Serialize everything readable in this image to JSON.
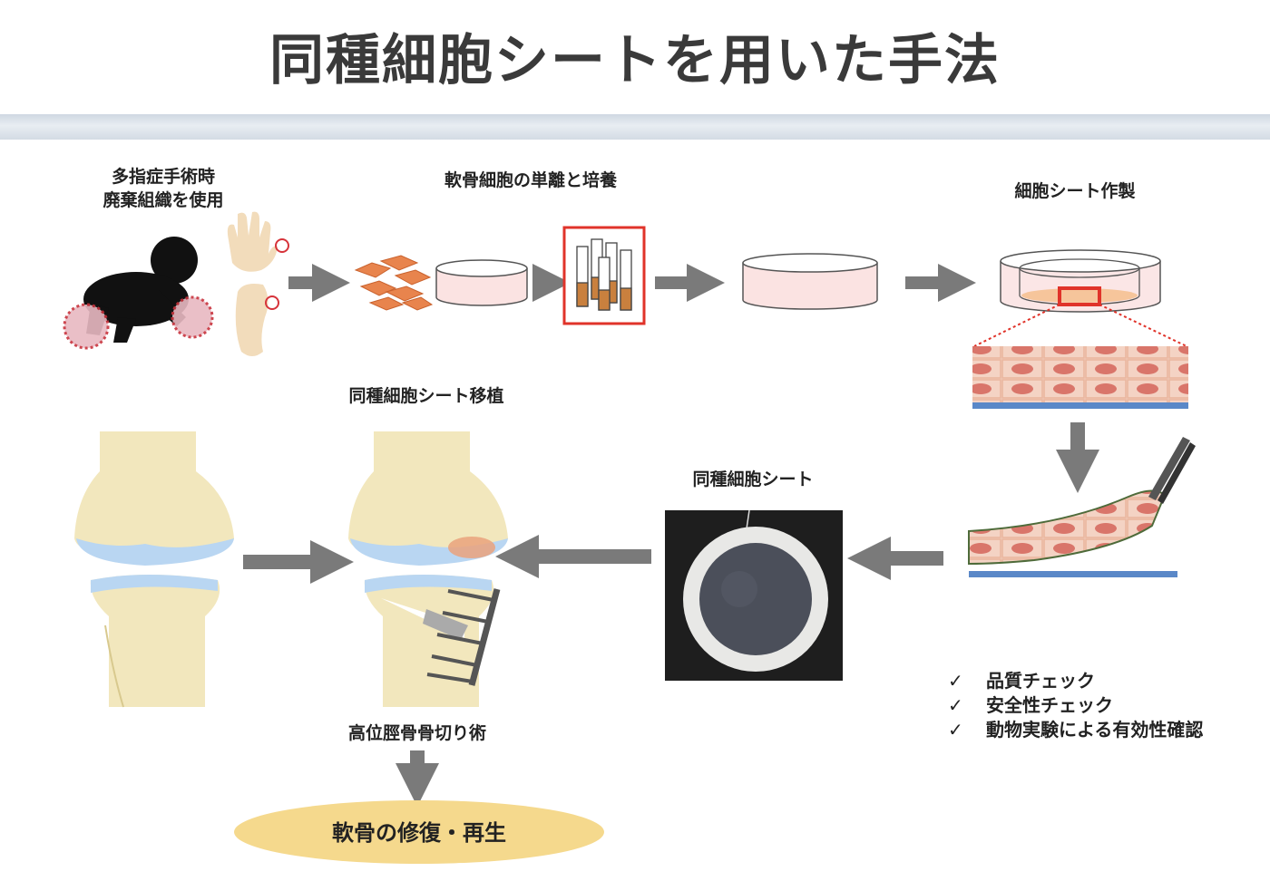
{
  "title": "同種細胞シートを用いた手法",
  "labels": {
    "source_line1": "多指症手術時",
    "source_line2": "廃棄組織を使用",
    "isolation": "軟骨細胞の単離と培養",
    "sheet_production": "細胞シート作製",
    "transplant": "同種細胞シート移植",
    "allogeneic_sheet": "同種細胞シート",
    "osteotomy": "高位脛骨骨切り術",
    "result": "軟骨の修復・再生"
  },
  "checklist": {
    "mark": "✓",
    "items": [
      "品質チェック",
      "安全性チェック",
      "動物実験による有効性確認"
    ]
  },
  "colors": {
    "arrow": "#7a7a7a",
    "highlight_red": "#e0332a",
    "bone": "#f2e7bd",
    "cartilage": "#b9d6f2",
    "cell_orange": "#e78a5a",
    "sheet_blue": "#5a88c8",
    "result_fill": "#f5d98d"
  }
}
